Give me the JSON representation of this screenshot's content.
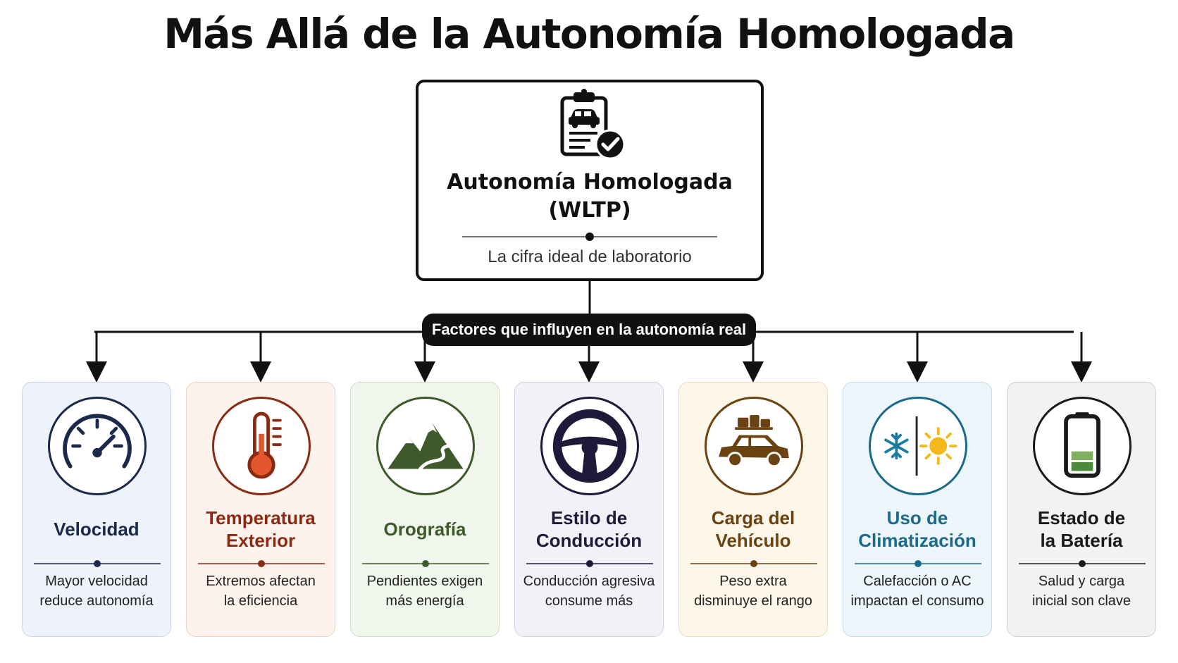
{
  "title": "Más Allá de la Autonomía Homologada",
  "main": {
    "title": "Autonomía Homologada\n(WLTP)",
    "subtitle": "La cifra ideal de laboratorio",
    "icon": "clipboard-car-check-icon"
  },
  "factors_label": "Factores que influyen en la autonomía real",
  "cards": [
    {
      "title": "Velocidad",
      "desc": "Mayor velocidad\nreduce autonomía",
      "icon": "speedometer-icon",
      "accent": "#1b2a4a",
      "bg": "#eef3fb",
      "border": "#c9d4e6"
    },
    {
      "title": "Temperatura\nExterior",
      "desc": "Extremos afectan\nla eficiencia",
      "icon": "thermometer-icon",
      "accent": "#8a2a12",
      "bg": "#fdf3ec",
      "border": "#ecd3c1"
    },
    {
      "title": "Orografía",
      "desc": "Pendientes exigen\nmás energía",
      "icon": "mountains-icon",
      "accent": "#3f5a2a",
      "bg": "#f1f6ec",
      "border": "#cfdcc4"
    },
    {
      "title": "Estilo de\nConducción",
      "desc": "Conducción agresiva\nconsume más",
      "icon": "steering-wheel-icon",
      "accent": "#1e1b3a",
      "bg": "#f3f1f8",
      "border": "#d4d0e0"
    },
    {
      "title": "Carga del\nVehículo",
      "desc": "Peso extra\ndisminuye el rango",
      "icon": "loaded-car-icon",
      "accent": "#6b4212",
      "bg": "#fdf7ea",
      "border": "#ecdcbc"
    },
    {
      "title": "Uso de\nClimatización",
      "desc": "Calefacción o AC\nimpactan el consumo",
      "icon": "snowflake-sun-icon",
      "accent": "#1b6a8a",
      "bg": "#ecf6fa",
      "border": "#c2dde8"
    },
    {
      "title": "Estado de\nla Batería",
      "desc": "Salud y carga\ninicial son clave",
      "icon": "battery-icon",
      "accent": "#1a1a1a",
      "bg": "#f2f2f2",
      "border": "#d0d0d0"
    }
  ]
}
